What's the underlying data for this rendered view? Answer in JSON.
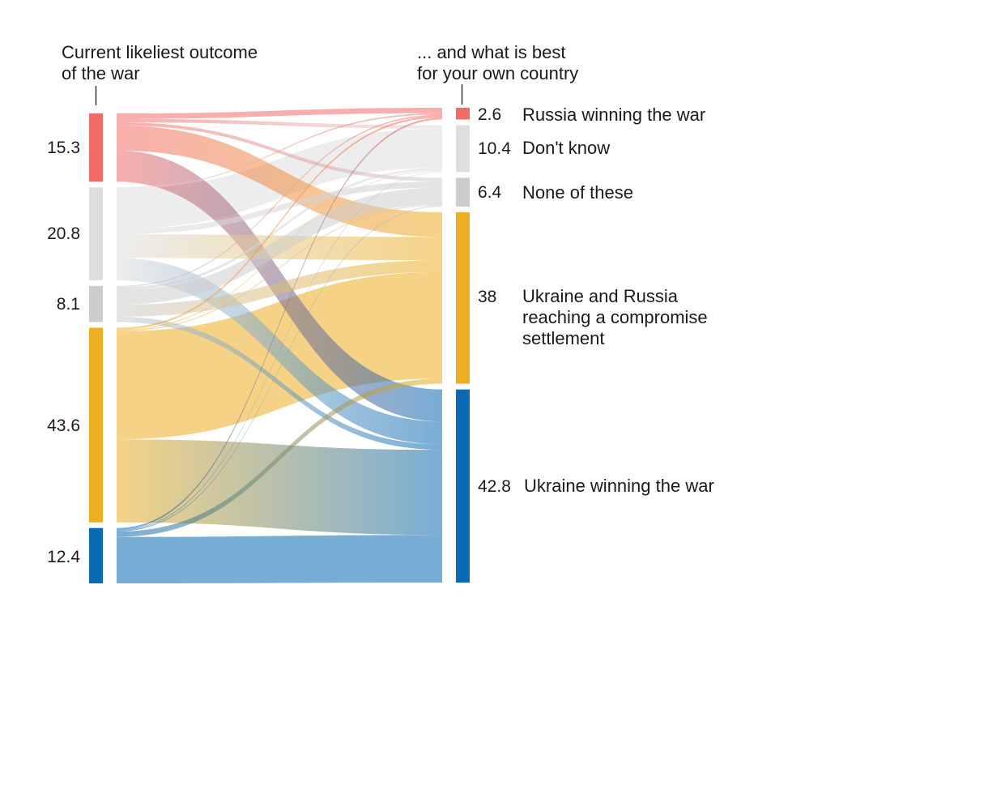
{
  "chart_data": {
    "type": "sankey",
    "source_heading": [
      "Current likeliest outcome",
      "of the war"
    ],
    "target_heading": [
      "... and what is best",
      "for your own country"
    ],
    "sources": [
      {
        "id": "s_russia",
        "value": "15.3",
        "color": "#f26c67"
      },
      {
        "id": "s_dontknow",
        "value": "20.8",
        "color": "#dedede"
      },
      {
        "id": "s_none",
        "value": "8.1",
        "color": "#cdcdcd"
      },
      {
        "id": "s_compromise",
        "value": "43.6",
        "color": "#edae22"
      },
      {
        "id": "s_ukraine",
        "value": "12.4",
        "color": "#0a6ab3"
      }
    ],
    "targets": [
      {
        "id": "t_russia",
        "value": "2.6",
        "label": [
          "Russia winning the war"
        ],
        "color": "#f26c67"
      },
      {
        "id": "t_dontknow",
        "value": "10.4",
        "label": [
          "Don't know"
        ],
        "color": "#dedede"
      },
      {
        "id": "t_none",
        "value": "6.4",
        "label": [
          "None of these"
        ],
        "color": "#cdcdcd"
      },
      {
        "id": "t_compromise",
        "value": "38",
        "label": [
          "Ukraine and Russia",
          "reaching a compromise",
          "settlement"
        ],
        "color": "#edae22"
      },
      {
        "id": "t_ukraine",
        "value": "42.8",
        "label": [
          "Ukraine winning the war"
        ],
        "color": "#0a6ab3"
      }
    ],
    "flows": [
      {
        "from": "s_russia",
        "to": "t_russia",
        "value": 1.2
      },
      {
        "from": "s_russia",
        "to": "t_dontknow",
        "value": 0.8
      },
      {
        "from": "s_russia",
        "to": "t_none",
        "value": 0.7
      },
      {
        "from": "s_russia",
        "to": "t_compromise",
        "value": 5.6
      },
      {
        "from": "s_russia",
        "to": "t_ukraine",
        "value": 7.0
      },
      {
        "from": "s_dontknow",
        "to": "t_russia",
        "value": 0.3
      },
      {
        "from": "s_dontknow",
        "to": "t_dontknow",
        "value": 9.0
      },
      {
        "from": "s_dontknow",
        "to": "t_none",
        "value": 1.2
      },
      {
        "from": "s_dontknow",
        "to": "t_compromise",
        "value": 5.3
      },
      {
        "from": "s_dontknow",
        "to": "t_ukraine",
        "value": 5.0
      },
      {
        "from": "s_none",
        "to": "t_russia",
        "value": 0.3
      },
      {
        "from": "s_none",
        "to": "t_dontknow",
        "value": 0.6
      },
      {
        "from": "s_none",
        "to": "t_none",
        "value": 3.3
      },
      {
        "from": "s_none",
        "to": "t_compromise",
        "value": 2.7
      },
      {
        "from": "s_none",
        "to": "t_ukraine",
        "value": 1.2
      },
      {
        "from": "s_compromise",
        "to": "t_russia",
        "value": 0.4
      },
      {
        "from": "s_compromise",
        "to": "t_dontknow",
        "value": 0.2
      },
      {
        "from": "s_compromise",
        "to": "t_none",
        "value": 0.2
      },
      {
        "from": "s_compromise",
        "to": "t_compromise",
        "value": 24.2
      },
      {
        "from": "s_compromise",
        "to": "t_ukraine",
        "value": 18.6
      },
      {
        "from": "s_ukraine",
        "to": "t_russia",
        "value": 0.4
      },
      {
        "from": "s_ukraine",
        "to": "t_dontknow",
        "value": 0.2
      },
      {
        "from": "s_ukraine",
        "to": "t_none",
        "value": 0.2
      },
      {
        "from": "s_ukraine",
        "to": "t_compromise",
        "value": 1.2
      },
      {
        "from": "s_ukraine",
        "to": "t_ukraine",
        "value": 10.4
      }
    ]
  }
}
